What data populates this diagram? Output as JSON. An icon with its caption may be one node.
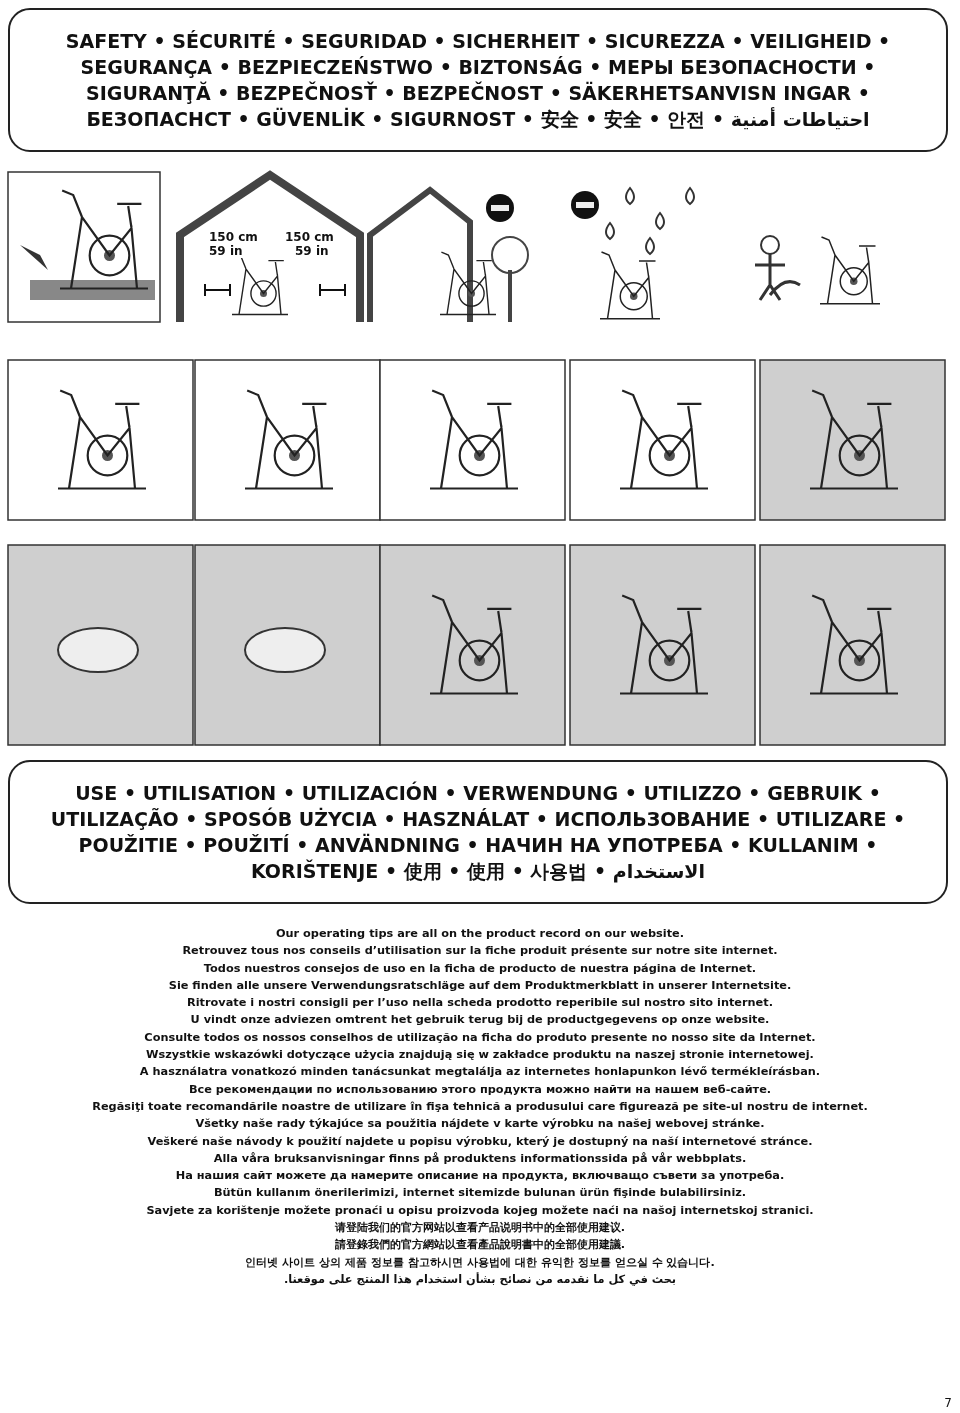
{
  "diagram": {
    "nodes": [
      {
        "text": [
          "SAFETY • SÉCURITÉ • SEGURIDAD • SICHERHEIT • SICUREZZA • VEILIGHEID • SEGURANÇA • BEZPIECZEŃSTWO • BIZTONSÁG • МЕРЫ БЕЗОПАСНОСТИ • SIGURANŢĂ • BEZPEČNOSŤ • BEZPEČNOST • SÄKERHETSANVISN INGAR • БЕЗОПАСНСТ • GÜVENLİK • SIGURNOST • 安全 • 安全 • 안전 • احتياطات أمنية"
        ]
      },
      {
        "text": [
          "USE • UTILISATION • UTILIZACIÓN • VERWENDUNG • UTILIZZO • GEBRUIK • UTILIZAÇÃO • SPOSÓB UŻYCIA • HASZNÁLAT • ИСПОЛЬЗОВАНИЕ • UTILIZARE • POUŽITIE • POUŽITÍ • ANVÄNDNING • НАЧИН НА УПОТРЕБА • KULLANIM • KORIŠTENJE • 使用 • 使用 • 사용법 • الاستخدام"
        ]
      }
    ],
    "labels": [
      "150 cm",
      "59 in",
      "150 cm",
      "59 in",
      "Our operating tips are all on the product record on our website.",
      "Retrouvez tous nos conseils d’utilisation sur la fiche produit présente sur notre site internet.",
      "Todos nuestros consejos de uso en la ficha de producto de nuestra página de Internet.",
      "Sie finden alle unsere Verwendungsratschläge auf dem Produktmerkblatt in unserer Internetsite.",
      "Ritrovate i nostri consigli per l’uso nella scheda prodotto reperibile sul nostro sito internet.",
      "U vindt onze adviezen omtrent het gebruik terug bij de productgegevens op onze website.",
      "Consulte todos os nossos conselhos de utilização na ficha do produto presente no nosso site da Internet.",
      "Wszystkie wskazówki dotyczące użycia znajdują się w zakładce produktu na naszej stronie internetowej.",
      "A használatra vonatkozó minden tanácsunkat megtalálja az internetes honlapunkon lévő termékleírásban.",
      "Все рекомендации по использованию этого продукта можно найти на нашем веб-сайте.",
      "Regăsiţi toate recomandările noastre de utilizare în fişa tehnică a produsului care figurează pe site-ul nostru de internet.",
      "Všetky naše rady týkajúce sa použitia nájdete v karte výrobku na našej webovej stránke.",
      "Veškeré naše návody k použití najdete u popisu výrobku, který je dostupný na naší internetové stránce.",
      "Alla våra bruksanvisningar finns på produktens informationssida på vår webbplats.",
      "На нашия сайт можете да намерите описание на продукта, включващо съвети за употреба.",
      "Bütün kullanım önerilerimizi, internet sitemizde bulunan ürün fişinde bulabilirsiniz.",
      "Savjete za korištenje možete pronaći u opisu proizvoda kojeg možete naći na našoj internetskoj stranici.",
      "请登陆我们的官方网站以查看产品说明书中的全部使用建议.",
      "請登錄我們的官方網站以查看產品說明書中的全部使用建議.",
      "인터넷 사이트 상의 제품 정보를 참고하시면 사용법에 대한 유익한 정보를 얻으실 수 있습니다.",
      "بحث في كل ما نقدمه من نصائح بشأن استخدام هذا المنتج على موقعنا.",
      "7"
    ]
  }
}
